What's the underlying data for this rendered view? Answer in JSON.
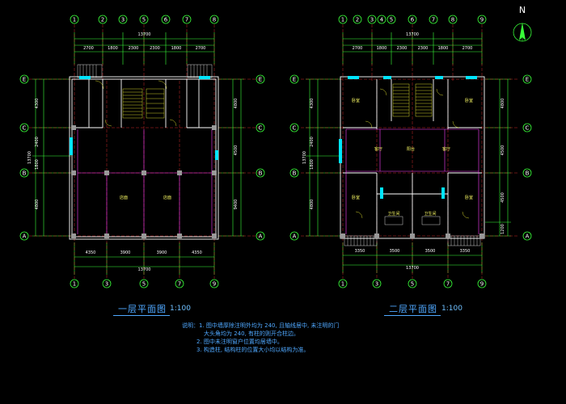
{
  "plans": {
    "first": {
      "title": "一层平面图",
      "scale": "1:100",
      "top_total": "13700",
      "top_dims": [
        "2700",
        "1800",
        "2300",
        "2300",
        "1800",
        "2700"
      ],
      "bottom_dims": [
        "4350",
        "3900",
        "3900",
        "4350"
      ],
      "bottom_total": "13700",
      "left_dims": [
        "4300",
        "2400",
        "1800",
        "4800"
      ],
      "left_total": "13700",
      "right_dims": [
        "4800",
        "4500",
        "9400"
      ],
      "rooms": [
        "店面",
        "店面"
      ],
      "top_axes": [
        "1",
        "2",
        "3",
        "5",
        "6",
        "7",
        "8"
      ],
      "bottom_axes": [
        "1",
        "3",
        "5",
        "7",
        "9"
      ],
      "side_axes": [
        "E",
        "C",
        "B",
        "A"
      ]
    },
    "second": {
      "title": "二层平面图",
      "scale": "1:100",
      "top_total": "13700",
      "top_dims": [
        "2700",
        "1800",
        "2300",
        "2300",
        "1800",
        "2700"
      ],
      "bottom_dims": [
        "3350",
        "3500",
        "3500",
        "3350"
      ],
      "bottom_total": "13700",
      "left_dims": [
        "4300",
        "2400",
        "1800",
        "4800"
      ],
      "left_total": "13700",
      "right_dims": [
        "4800",
        "4500",
        "4500",
        "1200"
      ],
      "rooms": [
        "卧室",
        "卧室",
        "客厅",
        "客厅",
        "卧室",
        "卫生间",
        "卫生间",
        "卧室",
        "阳台"
      ],
      "top_axes": [
        "1",
        "2",
        "3",
        "4",
        "5",
        "6",
        "7",
        "8",
        "9"
      ],
      "bottom_axes": [
        "1",
        "3",
        "5",
        "7",
        "9"
      ],
      "side_axes": [
        "E",
        "C",
        "B",
        "A"
      ]
    }
  },
  "north": "N",
  "notes": [
    "说明：1. 图中墙厚除注明外均为 240, 且轴线居中, 未注明的门",
    "大头角均为 240, 有柱的则开合柱边。",
    "2. 图中未注明窗户位置均居墙中。",
    "3. 构造柱, 结构柱的位置大小均以结构为准。"
  ]
}
